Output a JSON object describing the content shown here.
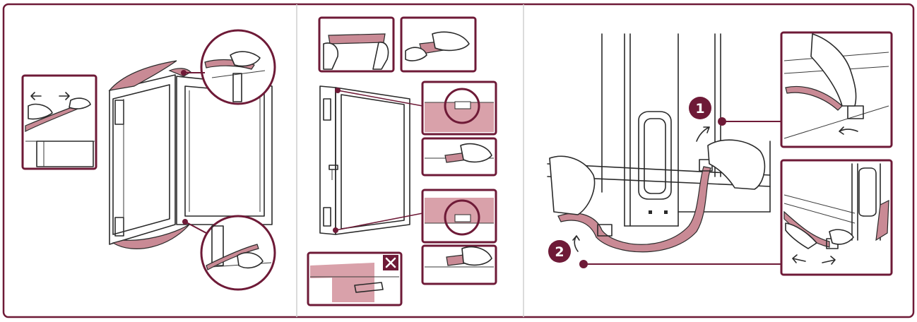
{
  "palette": {
    "accent": "#6e1a37",
    "strap": "#c98a95",
    "line": "#2a2a2a"
  },
  "panels": [
    {
      "id": "panel-1",
      "content": "door-strap-removal"
    },
    {
      "id": "panel-2",
      "content": "hinge-cap-fitting"
    },
    {
      "id": "panel-3",
      "content": "strap-clip-release"
    }
  ],
  "icons": {
    "wrong": "x-mark-icon",
    "move": "double-arrow-icon",
    "lift": "curved-arrow-icon"
  },
  "markers": {
    "step_one": "1",
    "step_two": "2"
  }
}
